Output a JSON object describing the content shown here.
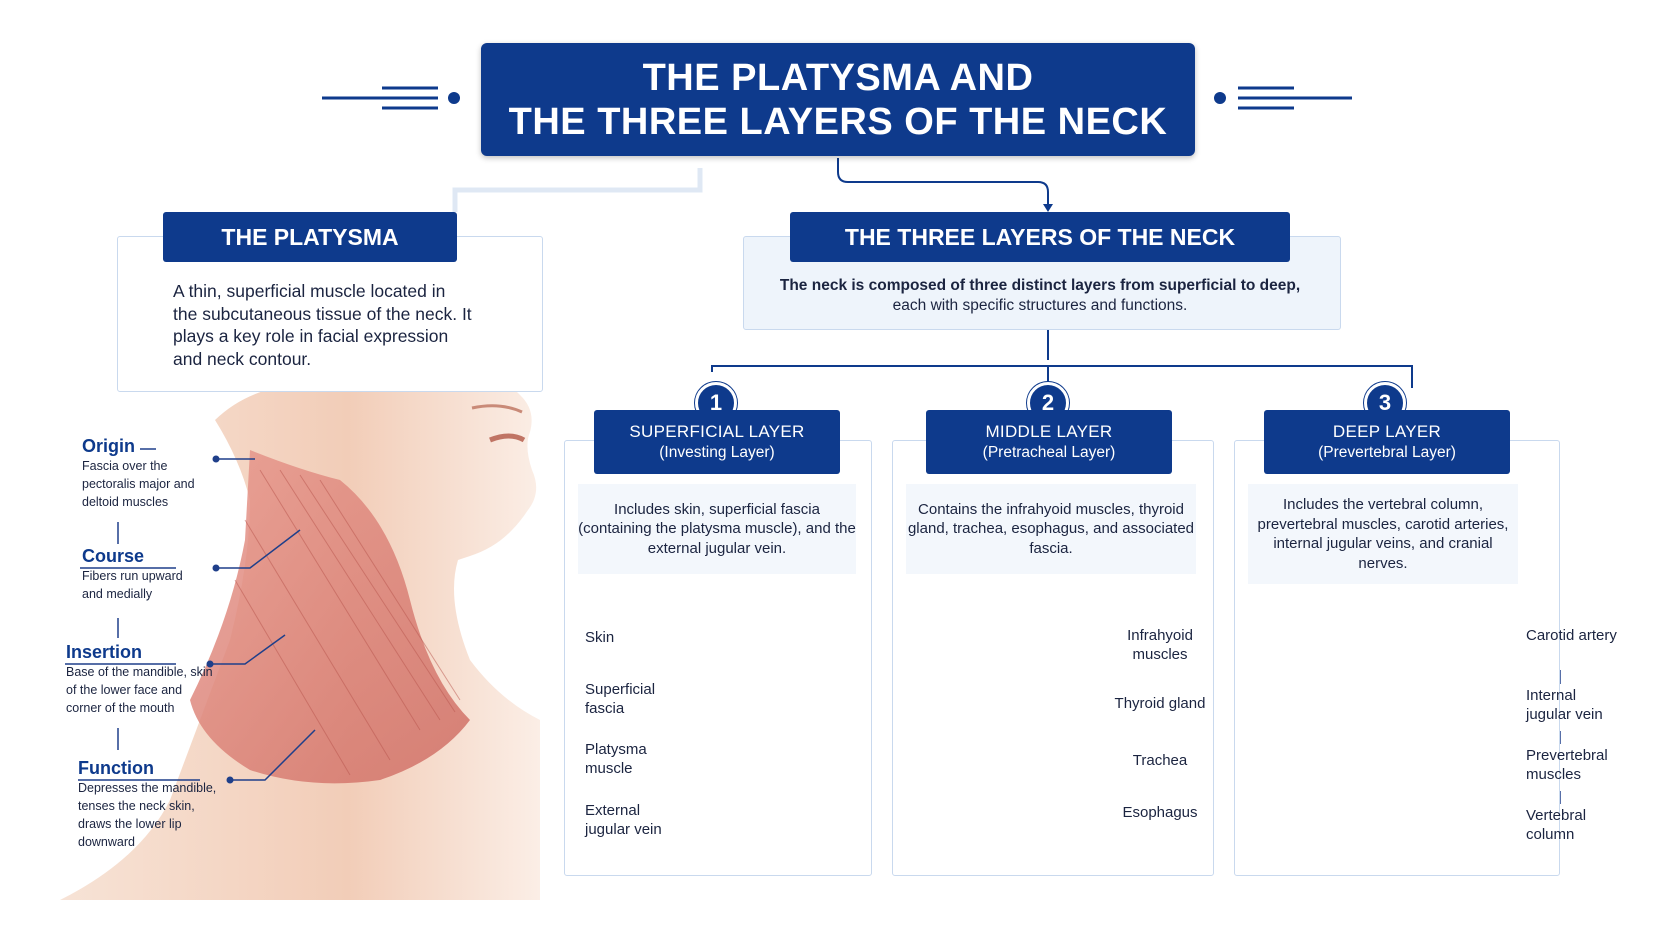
{
  "title": {
    "line1": "THE PLATYSMA AND",
    "line2": "THE THREE LAYERS OF THE NECK"
  },
  "platysma": {
    "heading": "THE PLATYSMA",
    "description": "A thin, superficial muscle located in the subcutaneous tissue of the neck. It plays a key role in facial expression and neck contour.",
    "annotations": [
      {
        "heading": "Origin",
        "text": "Fascia over the pectoralis major and deltoid muscles"
      },
      {
        "heading": "Course",
        "text": "Fibers run upward and medially"
      },
      {
        "heading": "Insertion",
        "text": "Base of the mandible, skin of the lower face and corner of the mouth"
      },
      {
        "heading": "Function",
        "text": "Depresses the mandible, tenses the neck skin, draws the lower lip downward"
      }
    ]
  },
  "layers_section": {
    "heading": "THE THREE LAYERS OF THE NECK",
    "description_bold": "The neck is composed of three distinct layers from superficial to deep,",
    "description_rest": "each with specific structures and functions."
  },
  "layers": [
    {
      "number": "1",
      "title": "SUPERFICIAL LAYER",
      "subtitle": "(Investing Layer)",
      "description": "Includes skin, superficial fascia (containing the platysma muscle), and the external jugular vein.",
      "labels": [
        "Skin",
        "Superficial fascia",
        "Platysma muscle",
        "External jugular vein"
      ]
    },
    {
      "number": "2",
      "title": "MIDDLE LAYER",
      "subtitle": "(Pretracheal Layer)",
      "description": "Contains the infrahyoid muscles, thyroid gland, trachea, esophagus, and associated fascia.",
      "labels": [
        "Infrahyoid muscles",
        "Thyroid gland",
        "Trachea",
        "Esophagus"
      ]
    },
    {
      "number": "3",
      "title": "DEEP LAYER",
      "subtitle": "(Prevertebral Layer)",
      "description": "Includes the vertebral column, prevertebral muscles, carotid arteries, internal jugular veins, and cranial nerves.",
      "labels": [
        "Carotid artery",
        "Internal jugular vein",
        "Prevertebral muscles",
        "Vertebral column"
      ]
    }
  ],
  "colors": {
    "navy": "#0e3a8c",
    "panel_border": "#c9d9ee",
    "muscle": "#d9756b",
    "fat": "#f0cf55",
    "vein": "#2c5aa8",
    "skin": "#f2c9b1"
  }
}
